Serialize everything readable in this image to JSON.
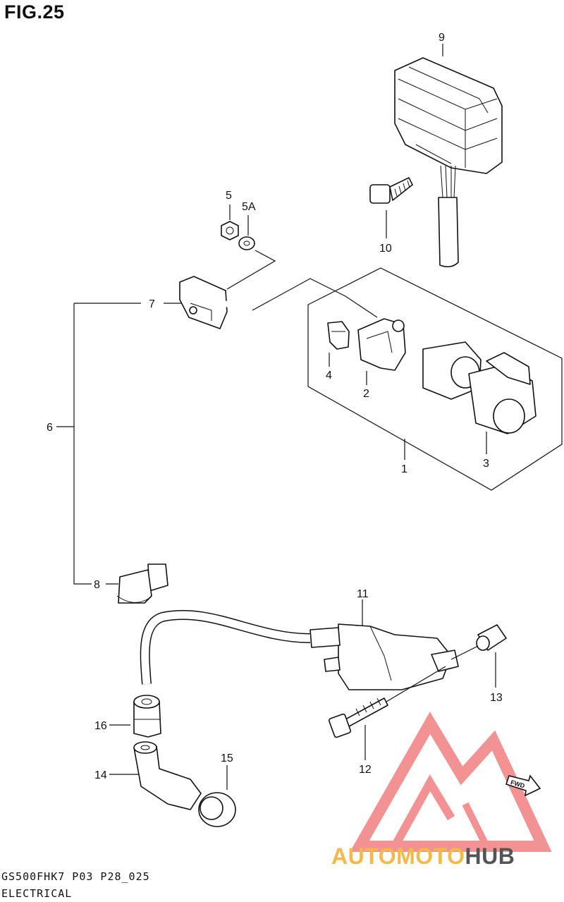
{
  "title": "FIG.25",
  "footer": {
    "code": "GS500FHK7 P03 P28_025",
    "description": "ELECTRICAL"
  },
  "callouts": {
    "p1": "1",
    "p2": "2",
    "p3": "3",
    "p4": "4",
    "p5": "5",
    "p5a": "5A",
    "p6": "6",
    "p7": "7",
    "p8": "8",
    "p9": "9",
    "p10": "10",
    "p11": "11",
    "p12": "12",
    "p13": "13",
    "p14": "14",
    "p15": "15",
    "p16": "16"
  },
  "fwd_label": "FWD",
  "watermark": {
    "part_a": "AUTOMOTO",
    "part_b": "HUB",
    "color_a": "#f5b84a",
    "color_b": "#555555",
    "logo_color": "#f08080"
  }
}
